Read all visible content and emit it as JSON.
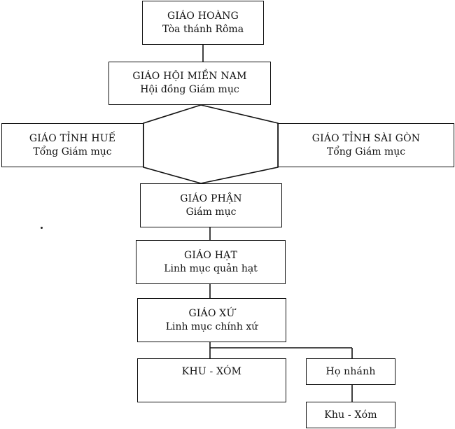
{
  "nodes": {
    "pope": {
      "title": "GIÁO HOÀNG",
      "sub": "Tòa thánh Rôma"
    },
    "south_church": {
      "title": "GIÁO HỘI MIỀN NAM",
      "sub": "Hội đồng Giám mục"
    },
    "hue": {
      "title": "GIÁO TỈNH HUẾ",
      "sub": "Tổng Giám mục"
    },
    "saigon": {
      "title": "GIÁO TỈNH SÀI GÒN",
      "sub": "Tổng Giám mục"
    },
    "diocese": {
      "title": "GIÁO PHẬN",
      "sub": "Giám mục"
    },
    "deanery": {
      "title": "GIÁO HẠT",
      "sub": "Linh mục quản hạt"
    },
    "parish": {
      "title": "GIÁO XỨ",
      "sub": "Linh mục chính xứ"
    },
    "khu_xom": {
      "title": "KHU - XÓM"
    },
    "ho_nhanh": {
      "title": "Họ nhánh"
    },
    "khu_xom_2": {
      "title": "Khu - Xóm"
    }
  }
}
